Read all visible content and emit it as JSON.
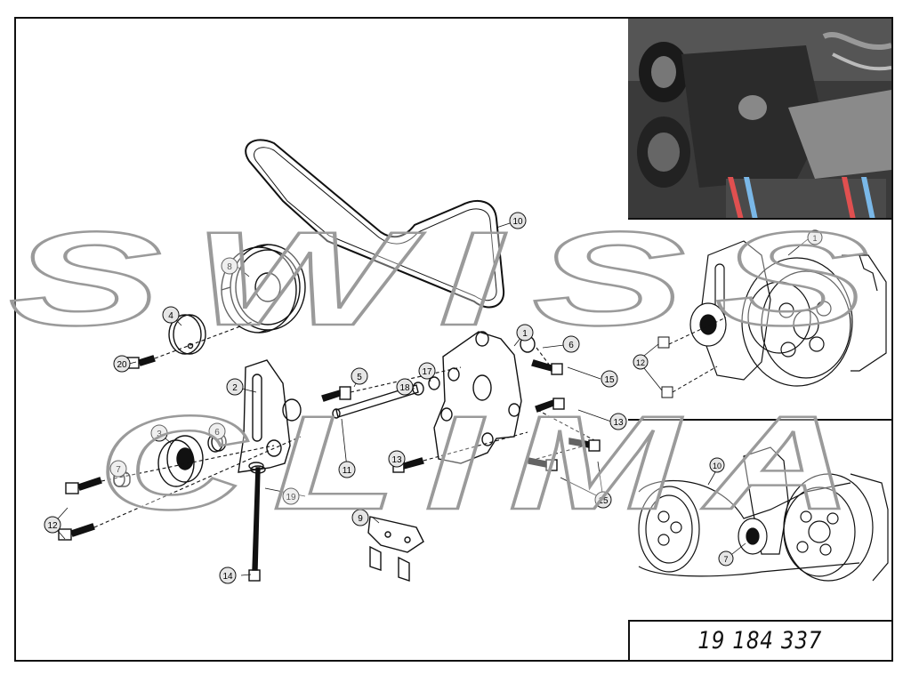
{
  "document": {
    "part_number": "19 184 337"
  },
  "callouts": {
    "c1": "1",
    "c2": "2",
    "c3": "3",
    "c4": "4",
    "c5": "5",
    "c6a": "6",
    "c6b": "6",
    "c7": "7",
    "c8": "8",
    "c9": "9",
    "c10": "10",
    "c11": "11",
    "c12": "12",
    "c13a": "13",
    "c13b": "13",
    "c14": "14",
    "c15a": "15",
    "c15b": "15",
    "c17": "17",
    "c18": "18",
    "c19": "19",
    "c20": "20"
  },
  "detail_1": {
    "c1": "1",
    "c12": "12"
  },
  "detail_2": {
    "c10": "10",
    "c7": "7"
  },
  "watermark": {
    "line1": "SWISS",
    "line2": "CLIMA"
  },
  "colors": {
    "line": "#111111",
    "callout_fill": "#e6e6e6",
    "watermark": "#ffffff",
    "watermark_stroke": "#9a9a9a"
  }
}
